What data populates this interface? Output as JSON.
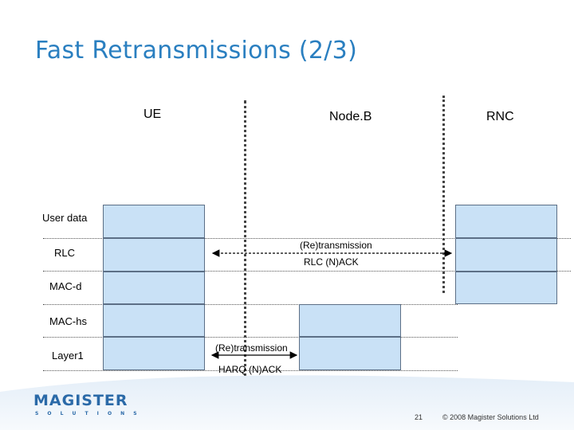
{
  "title": "Fast Retransmissions (2/3)",
  "nodes": {
    "ue": "UE",
    "nodeb": "Node.B",
    "rnc": "RNC"
  },
  "rows": {
    "user_data": "User data",
    "rlc": "RLC",
    "mac_d": "MAC-d",
    "mac_hs": "MAC-hs",
    "layer1": "Layer1"
  },
  "rlc_arrow": {
    "top_label": "(Re)transmission",
    "bottom_label": "RLC (N)ACK"
  },
  "harq_arrow": {
    "top_label": "(Re)transmission",
    "bottom_label": "HARQ (N)ACK"
  },
  "footer": {
    "logo": "MAGISTER",
    "logo_sub": "S O L U T I O N S",
    "page_number": "21",
    "copyright": "© 2008 Magister Solutions Ltd"
  },
  "colors": {
    "title": "#2a7fc0",
    "box_fill": "#c9e1f6",
    "box_border": "#5c6f86",
    "logo": "#2b6aa8"
  }
}
